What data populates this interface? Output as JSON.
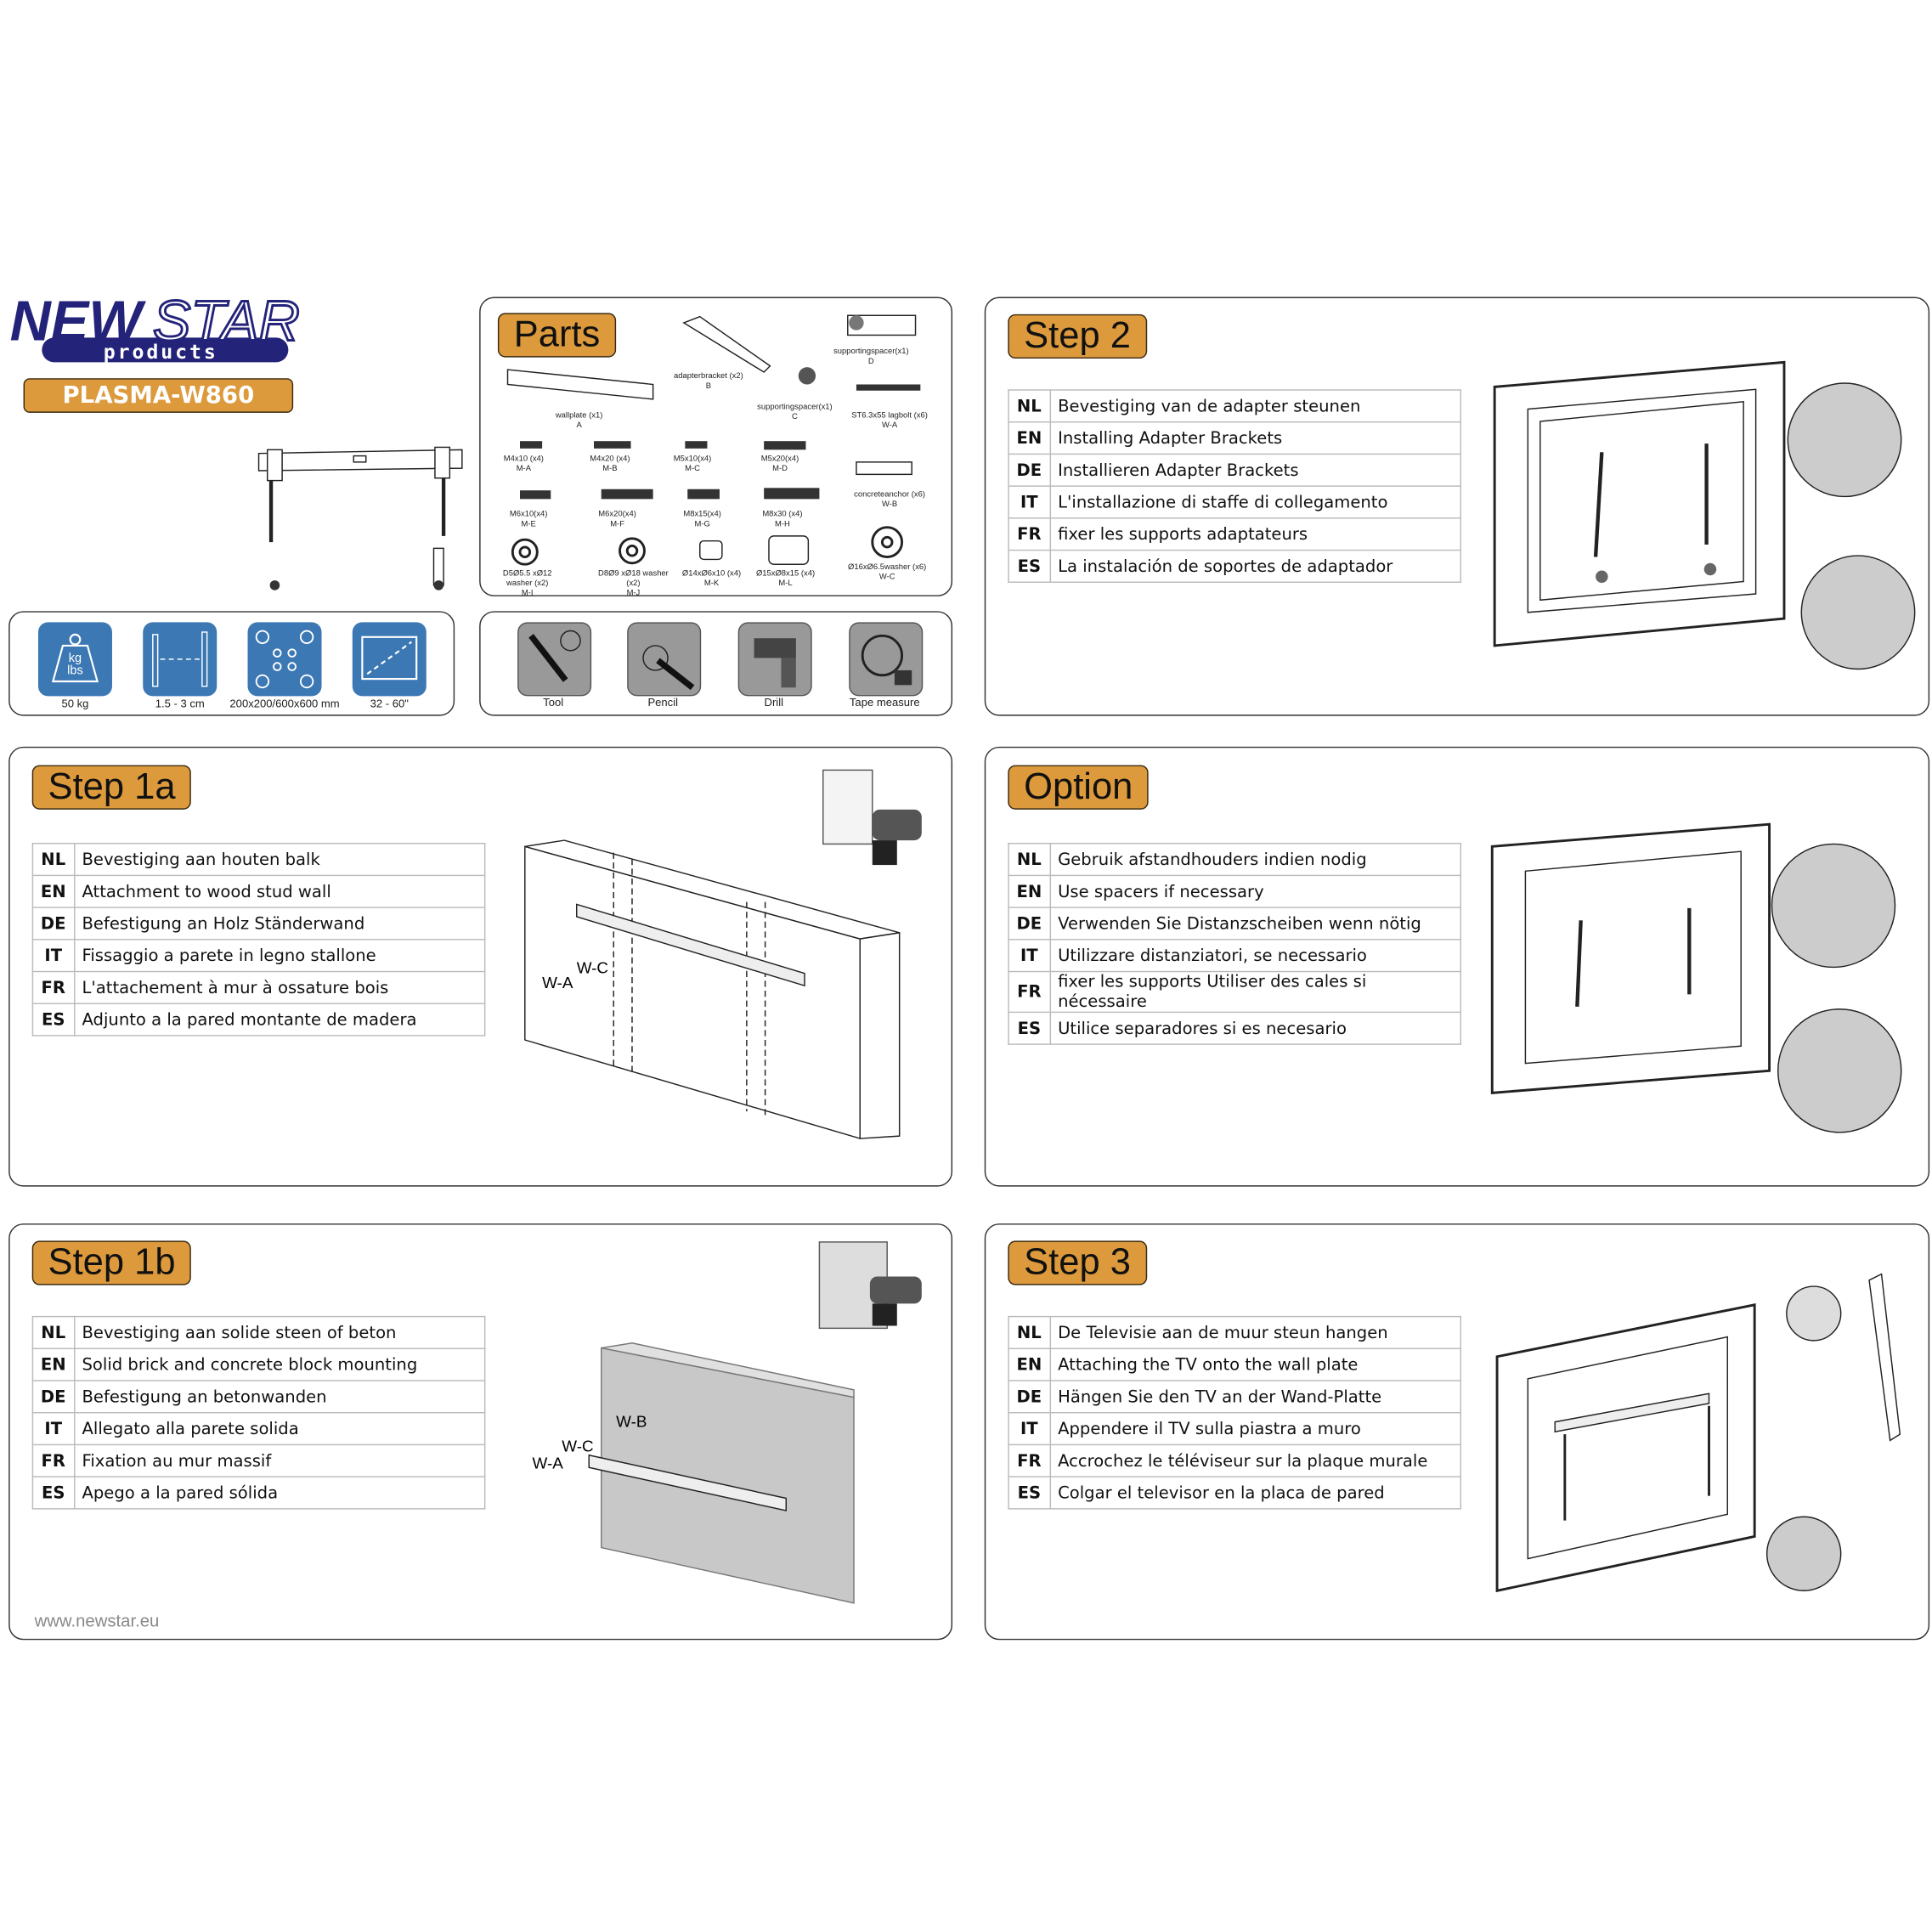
{
  "brand": {
    "logo_text": "NEWSTAR",
    "logo_sub": "products",
    "model": "PLASMA-W860",
    "website": "www.newstar.eu"
  },
  "parts": {
    "title": "Parts",
    "items": [
      {
        "name": "wallplate",
        "qty": "(x1)",
        "code": "A"
      },
      {
        "name": "adapterbracket",
        "qty": "(x2)",
        "code": "B"
      },
      {
        "name": "supportingspacer(x1)",
        "qty": "",
        "code": "C"
      },
      {
        "name": "supportingspacer(x1)",
        "qty": "",
        "code": "D"
      },
      {
        "name": "ST6.3x55 lagbolt",
        "qty": "(x6)",
        "code": "W-A"
      },
      {
        "name": "M4x10",
        "qty": "(x4)",
        "code": "M-A"
      },
      {
        "name": "M4x20",
        "qty": "(x4)",
        "code": "M-B"
      },
      {
        "name": "M5x10(x4)",
        "qty": "",
        "code": "M-C"
      },
      {
        "name": "M5x20(x4)",
        "qty": "",
        "code": "M-D"
      },
      {
        "name": "concreteanchor",
        "qty": "(x6)",
        "code": "W-B"
      },
      {
        "name": "M6x10(x4)",
        "qty": "",
        "code": "M-E"
      },
      {
        "name": "M6x20(x4)",
        "qty": "",
        "code": "M-F"
      },
      {
        "name": "M8x15(x4)",
        "qty": "",
        "code": "M-G"
      },
      {
        "name": "M8x30",
        "qty": "(x4)",
        "code": "M-H"
      },
      {
        "name": "D5Ø5.5 xØ12 washer",
        "qty": "(x2)",
        "code": "M-I"
      },
      {
        "name": "D8Ø9 xØ18 washer",
        "qty": "(x2)",
        "code": "M-J"
      },
      {
        "name": "Ø14xØ6x10",
        "qty": "(x4)",
        "code": "M-K"
      },
      {
        "name": "Ø15xØ8x15",
        "qty": "(x4)",
        "code": "M-L"
      },
      {
        "name": "Ø16xØ6.5washer",
        "qty": "(x6)",
        "code": "W-C"
      }
    ]
  },
  "specs": [
    {
      "icon": "weight-icon",
      "label": "50 kg",
      "icon_text1": "kg",
      "icon_text2": "lbs"
    },
    {
      "icon": "distance-icon",
      "label": "1.5 - 3 cm"
    },
    {
      "icon": "vesa-icon",
      "label": "200x200/600x600 mm"
    },
    {
      "icon": "screen-size-icon",
      "label": "32 - 60\""
    }
  ],
  "tools": [
    {
      "icon": "screwdriver-icon",
      "label": "Tool"
    },
    {
      "icon": "pencil-icon",
      "label": "Pencil"
    },
    {
      "icon": "drill-icon",
      "label": "Drill"
    },
    {
      "icon": "tape-measure-icon",
      "label": "Tape measure"
    }
  ],
  "steps": {
    "step2": {
      "title": "Step 2",
      "rows": [
        [
          "NL",
          "Bevestiging van de adapter steunen"
        ],
        [
          "EN",
          "Installing Adapter Brackets"
        ],
        [
          "DE",
          "Installieren Adapter Brackets"
        ],
        [
          "IT",
          "L'installazione di staffe di collegamento"
        ],
        [
          "FR",
          "fixer les supports adaptateurs"
        ],
        [
          "ES",
          "La instalación de soportes de adaptador"
        ]
      ]
    },
    "step1a": {
      "title": "Step 1a",
      "labels": [
        "W-A",
        "W-C"
      ],
      "rows": [
        [
          "NL",
          "Bevestiging aan houten balk"
        ],
        [
          "EN",
          "Attachment to wood stud wall"
        ],
        [
          "DE",
          "Befestigung an Holz Ständerwand"
        ],
        [
          "IT",
          "Fissaggio a parete in legno stallone"
        ],
        [
          "FR",
          "L'attachement à mur à ossature bois"
        ],
        [
          "ES",
          "Adjunto a la pared montante de madera"
        ]
      ]
    },
    "option": {
      "title": "Option",
      "rows": [
        [
          "NL",
          "Gebruik afstandhouders indien nodig"
        ],
        [
          "EN",
          "Use spacers if necessary"
        ],
        [
          "DE",
          "Verwenden Sie Distanzscheiben wenn nötig"
        ],
        [
          "IT",
          "Utilizzare distanziatori, se necessario"
        ],
        [
          "FR",
          "fixer les supports Utiliser des cales si nécessaire"
        ],
        [
          "ES",
          "Utilice separadores si es necesario"
        ]
      ]
    },
    "step1b": {
      "title": "Step 1b",
      "labels": [
        "W-B",
        "W-C",
        "W-A"
      ],
      "rows": [
        [
          "NL",
          "Bevestiging aan solide steen of beton"
        ],
        [
          "EN",
          "Solid brick and concrete block mounting"
        ],
        [
          "DE",
          "Befestigung an betonwanden"
        ],
        [
          "IT",
          "Allegato alla parete solida"
        ],
        [
          "FR",
          "Fixation au mur massif"
        ],
        [
          "ES",
          "Apego a la pared sólida"
        ]
      ]
    },
    "step3": {
      "title": "Step 3",
      "rows": [
        [
          "NL",
          "De Televisie aan de muur steun hangen"
        ],
        [
          "EN",
          "Attaching the TV onto the wall plate"
        ],
        [
          "DE",
          "Hängen Sie den TV an der Wand-Platte"
        ],
        [
          "IT",
          "Appendere il TV sulla piastra a muro"
        ],
        [
          "FR",
          "Accrochez le téléviseur sur la plaque murale"
        ],
        [
          "ES",
          "Colgar el televisor en la placa de pared"
        ]
      ]
    }
  },
  "colors": {
    "accent": "#dc9a3c",
    "brand_blue": "#24237a",
    "spec_blue": "#3c78b4"
  }
}
